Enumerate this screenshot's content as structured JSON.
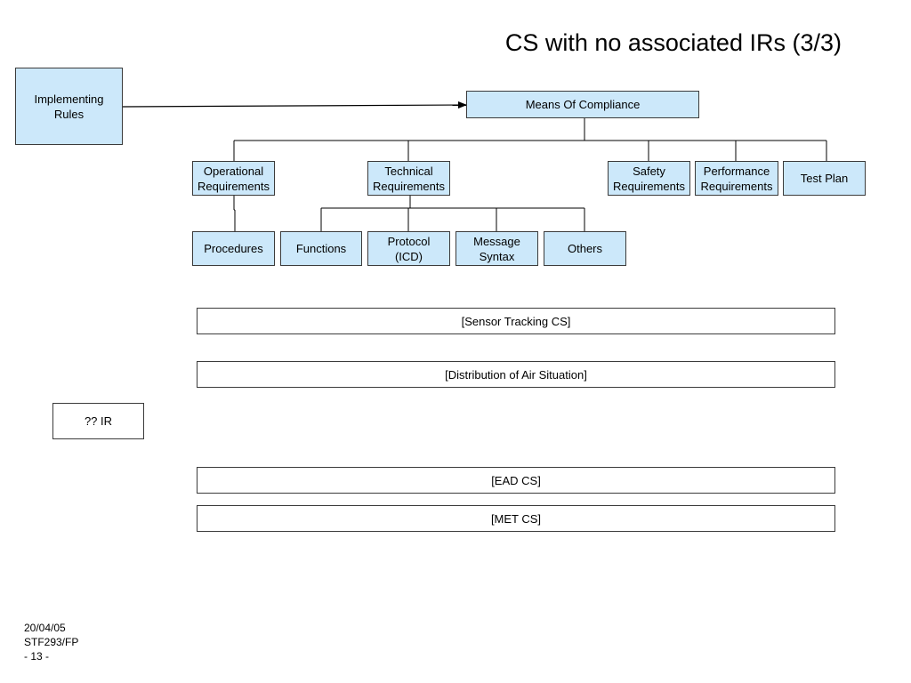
{
  "title": "CS with no associated IRs (3/3)",
  "implementing_rules": "Implementing\nRules",
  "means_of_compliance": "Means Of Compliance",
  "level1": {
    "operational": "Operational\nRequirements",
    "technical": "Technical\nRequirements",
    "safety": "Safety\nRequirements",
    "performance": "Performance\nRequirements",
    "test_plan": "Test Plan"
  },
  "level2": {
    "procedures": "Procedures",
    "functions": "Functions",
    "protocol": "Protocol\n(ICD)",
    "message_syntax": "Message\nSyntax",
    "others": "Others"
  },
  "cs_bars": {
    "sensor_tracking": "[Sensor Tracking CS]",
    "distribution": "[Distribution of Air Situation]",
    "ead": "[EAD CS]",
    "met": "[MET CS]"
  },
  "ir_box": "?? IR",
  "footer": {
    "date": "20/04/05",
    "ref": "STF293/FP",
    "page": "- 13 -"
  },
  "colors": {
    "box_fill": "#cce8fa",
    "border": "#3b3b3b"
  }
}
